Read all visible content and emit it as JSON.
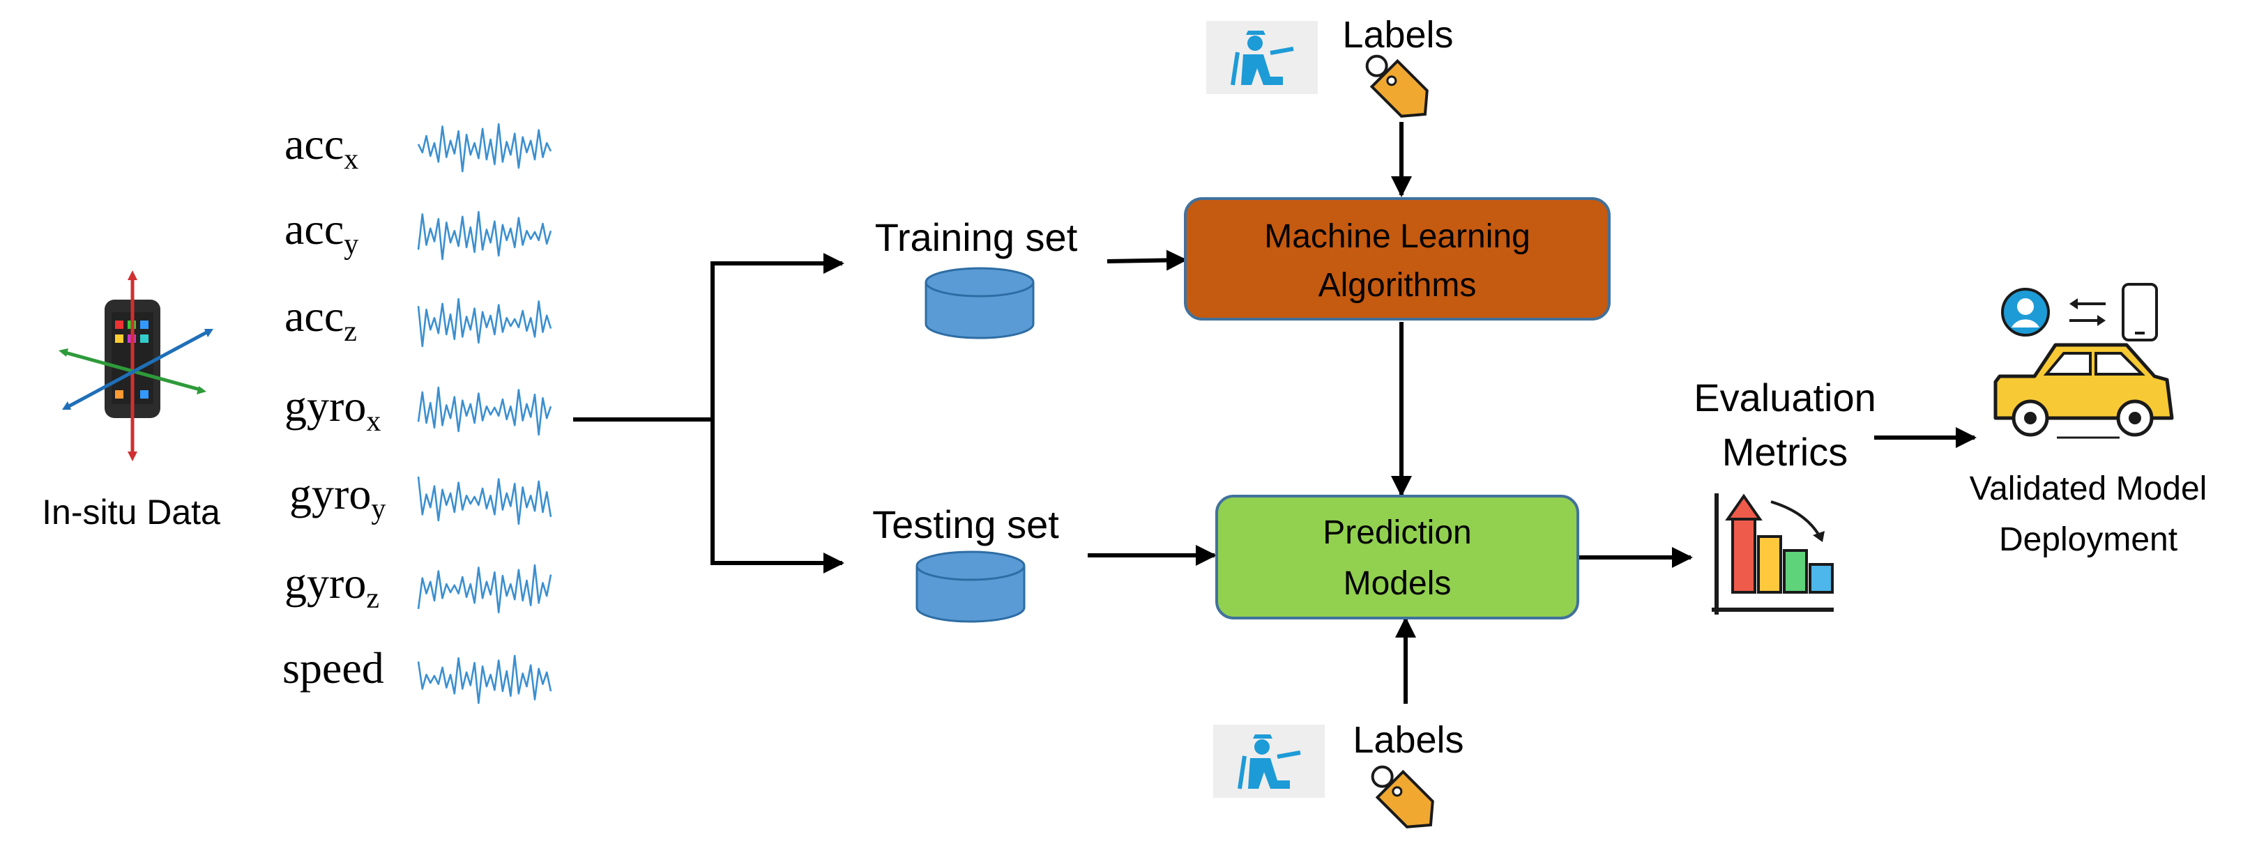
{
  "in_situ": {
    "label": "In-situ Data"
  },
  "signals": [
    {
      "base": "acc",
      "sub": "x"
    },
    {
      "base": "acc",
      "sub": "y"
    },
    {
      "base": "acc",
      "sub": "z"
    },
    {
      "base": "gyro",
      "sub": "x"
    },
    {
      "base": "gyro",
      "sub": "y"
    },
    {
      "base": "gyro",
      "sub": "z"
    },
    {
      "base": "speed",
      "sub": ""
    }
  ],
  "training_set": {
    "label": "Training set"
  },
  "testing_set": {
    "label": "Testing set"
  },
  "labels_top": {
    "label": "Labels"
  },
  "labels_bottom": {
    "label": "Labels"
  },
  "ml_box": {
    "line1": "Machine Learning",
    "line2": "Algorithms",
    "fill": "#c55a11",
    "border": "#41719c"
  },
  "prediction_box": {
    "line1": "Prediction",
    "line2": "Models",
    "fill": "#92d050",
    "border": "#41719c"
  },
  "evaluation": {
    "line1": "Evaluation",
    "line2": "Metrics"
  },
  "deployment": {
    "line1": "Validated Model",
    "line2": "Deployment"
  },
  "colors": {
    "wave": "#3a8fd0",
    "database": "#5b9bd5",
    "database_edge": "#2e6da4",
    "tag": "#f0a830",
    "car": "#f7c934",
    "icon_blue": "#1d9bd7"
  },
  "icons": [
    "smartphone-axes-icon",
    "signal-wave-icon",
    "database-icon",
    "driver-icon",
    "tag-icon",
    "bar-chart-icon",
    "user-icon",
    "swap-arrows-icon",
    "phone-icon",
    "car-icon"
  ]
}
